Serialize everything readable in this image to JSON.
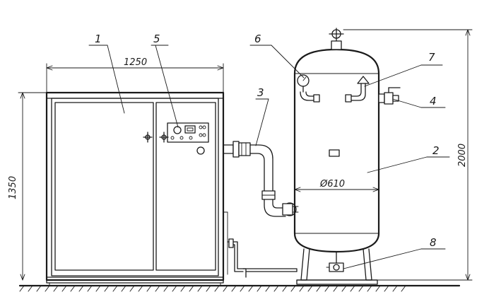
{
  "dimensions": {
    "width": "1250",
    "height_unit": "1350",
    "height_tank": "2000",
    "diameter": "Ø610"
  },
  "callouts": {
    "c1": "1",
    "c2": "2",
    "c3": "3",
    "c4": "4",
    "c5": "5",
    "c6": "6",
    "c7": "7",
    "c8": "8"
  }
}
